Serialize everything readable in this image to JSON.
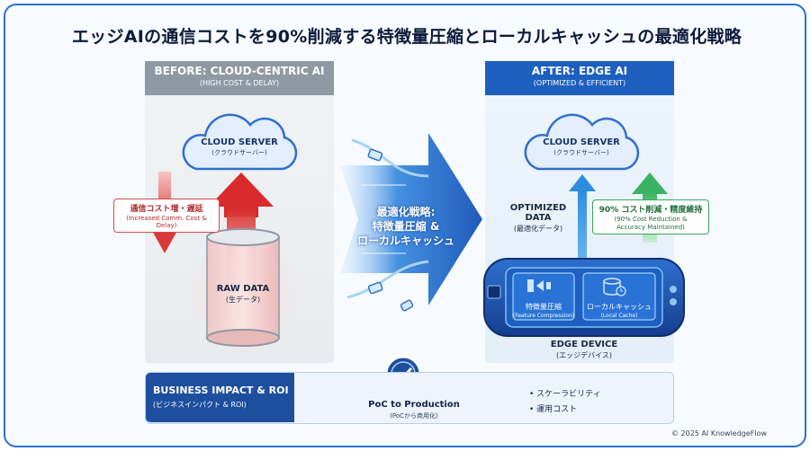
{
  "title": "エッジAIの通信コストを90%削減する特徴量圧縮とローカルキャッシュの最適化戦略",
  "before": {
    "heading": "BEFORE: CLOUD-CENTRIC AI",
    "subheading": "(HIGH COST & DELAY)",
    "cloud_label": "CLOUD SERVER",
    "cloud_sublabel": "(クラウドサーバー)",
    "callout_title": "通信コスト増・遅延",
    "callout_sub": "(Increased Comm. Cost & Delay)",
    "raw_label": "RAW DATA",
    "raw_sublabel": "(生データ)"
  },
  "middle": {
    "line1": "最適化戦略:",
    "line2": "特徴量圧縮 &",
    "line3": "ローカルキャッシュ"
  },
  "after": {
    "heading": "AFTER: EDGE AI",
    "subheading": "(OPTIMIZED & EFFICIENT)",
    "cloud_label": "CLOUD SERVER",
    "cloud_sublabel": "(クラウドサーバー)",
    "optimized_label_1": "OPTIMIZED",
    "optimized_label_2": "DATA",
    "optimized_sublabel": "(最適化データ)",
    "callout_title": "90% コスト削減・精度維持",
    "callout_sub_1": "(90% Cost Reduction &",
    "callout_sub_2": "Accuracy Maintained)",
    "feature_label": "特徴量圧縮",
    "feature_sublabel": "(Feature Compression)",
    "cache_label": "ローカルキャッシュ",
    "cache_sublabel": "(Local Cache)",
    "device_label": "EDGE DEVICE",
    "device_sublabel": "(エッジデバイス)"
  },
  "business": {
    "heading": "BUSINESS IMPACT & ROI",
    "subheading": "(ビジネスインパクト & ROI)",
    "poc_label": "PoC to Production",
    "poc_sublabel": "(PoCから商用化)",
    "bullets": [
      "スケーラビリティ",
      "運用コスト"
    ]
  },
  "copyright": "© 2025 AI KnowledgeFlow",
  "colors": {
    "accent": "#1d5fbf",
    "before_head": "#8f98a3",
    "red": "#d94a4a",
    "green": "#36a85a"
  }
}
